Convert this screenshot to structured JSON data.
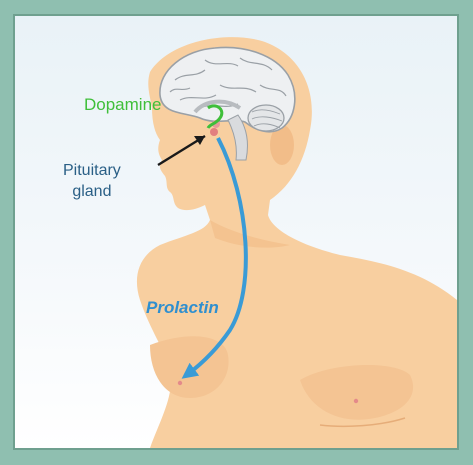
{
  "labels": {
    "dopamine": "Dopamine",
    "pituitary_line1": "Pituitary",
    "pituitary_line2": "gland",
    "prolactin": "Prolactin"
  },
  "colors": {
    "frame": "#8fbfb0",
    "skin": "#f8cfa0",
    "skin_shade": "#f2bd89",
    "brain": "#eef0f2",
    "dopamine": "#3fbf3a",
    "pituitary_text": "#2a5f86",
    "prolactin_arrow": "#3a9bd6",
    "pointer_arrow": "#1a1a1a"
  }
}
